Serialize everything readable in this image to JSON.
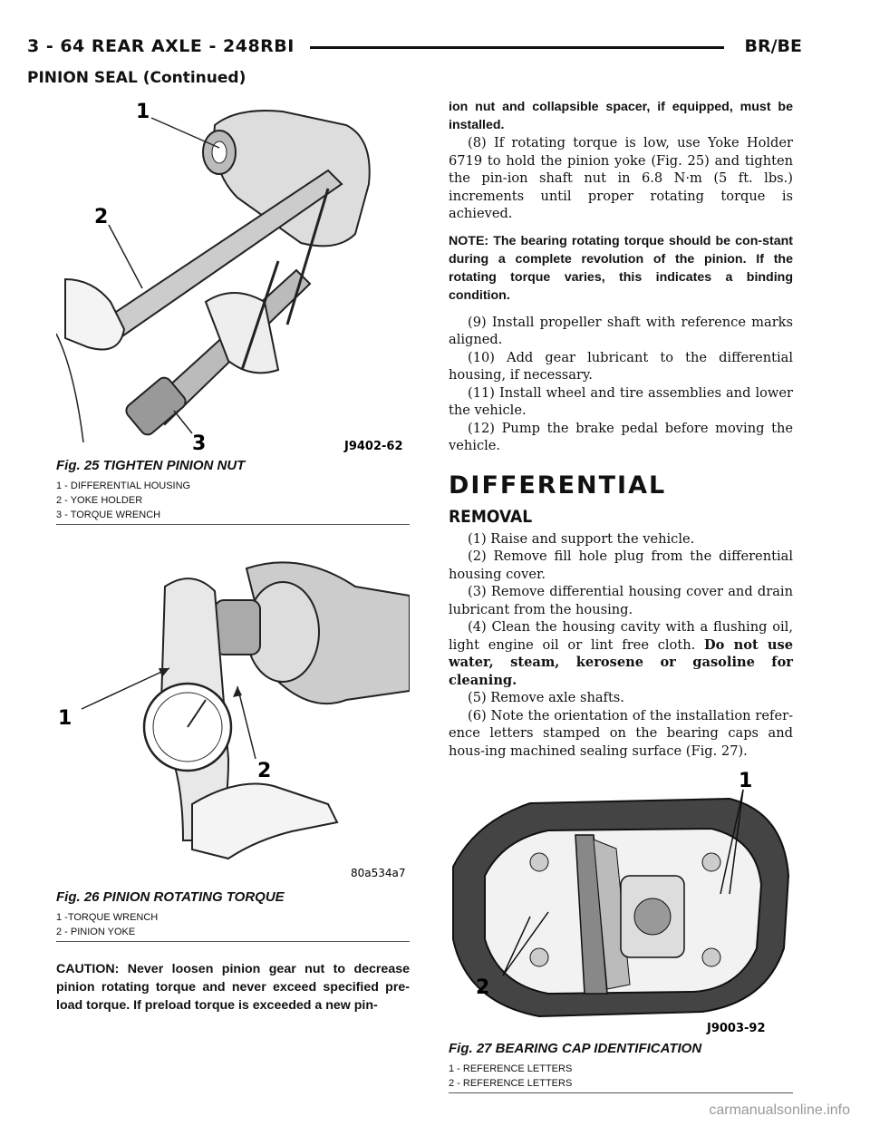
{
  "header": {
    "left": "3 - 64    REAR AXLE - 248RBI",
    "right": "BR/BE",
    "subtitle": "PINION SEAL (Continued)"
  },
  "fig25": {
    "callouts": [
      "1",
      "2",
      "3"
    ],
    "code": "J9402-62",
    "caption": "Fig. 25 TIGHTEN PINION NUT",
    "legend": [
      "1 - DIFFERENTIAL HOUSING",
      "2 - YOKE HOLDER",
      "3 - TORQUE WRENCH"
    ]
  },
  "fig26": {
    "callouts": [
      "1",
      "2"
    ],
    "code": "80a534a7",
    "caption": "Fig. 26 PINION ROTATING TORQUE",
    "legend": [
      "1 -TORQUE WRENCH",
      "2 - PINION YOKE"
    ]
  },
  "caution": "CAUTION: Never loosen pinion gear nut to decrease pinion rotating torque and never exceed specified pre-load torque. If preload torque is exceeded a new pin-",
  "right_top": {
    "cont": "ion nut and collapsible spacer, if equipped, must be installed.",
    "step8": "(8) If rotating torque is low, use Yoke Holder 6719 to hold the pinion yoke (Fig. 25) and tighten the pin-ion shaft nut in 6.8 N·m (5 ft. lbs.) increments until proper rotating torque is achieved.",
    "note": "NOTE: The bearing rotating torque should be con-stant during a complete revolution of the pinion. If the rotating torque varies, this indicates a binding condition.",
    "step9": "(9) Install propeller shaft with reference marks aligned.",
    "step10": "(10) Add gear lubricant to the differential housing, if necessary.",
    "step11": "(11) Install wheel and tire assemblies and lower the vehicle.",
    "step12": "(12) Pump the brake pedal before moving the vehicle."
  },
  "differential": {
    "heading": "DIFFERENTIAL",
    "subheading": "REMOVAL",
    "r1": "(1) Raise and support the vehicle.",
    "r2": "(2) Remove fill hole plug from the differential housing cover.",
    "r3": "(3) Remove differential housing cover and drain lubricant from the housing.",
    "r4_text": "(4) Clean the housing cavity with a flushing oil, light engine oil or lint free cloth. ",
    "r4_bold": "Do not use water, steam, kerosene or gasoline for cleaning.",
    "r5": "(5) Remove axle shafts.",
    "r6": "(6) Note the orientation of the installation refer-ence letters stamped on the bearing caps and hous-ing machined sealing surface (Fig. 27)."
  },
  "fig27": {
    "callouts": [
      "1",
      "2"
    ],
    "code": "J9003-92",
    "caption": "Fig. 27 BEARING CAP IDENTIFICATION",
    "legend": [
      "1 - REFERENCE LETTERS",
      "2 - REFERENCE LETTERS"
    ]
  },
  "watermark": "carmanualsonline.info"
}
